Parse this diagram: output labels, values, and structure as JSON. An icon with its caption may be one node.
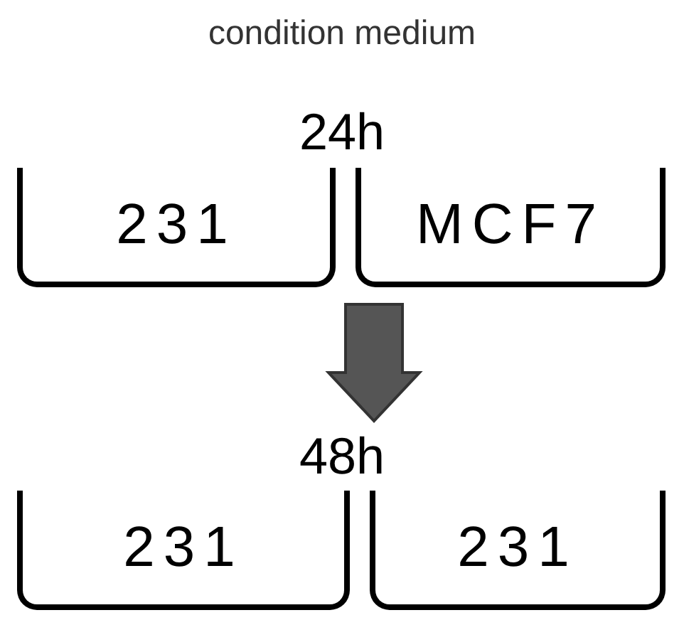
{
  "diagram": {
    "title": "condition medium",
    "nodes": [
      {
        "text": [
          "231"
        ]
      },
      {
        "text": [
          "MCF7"
        ]
      },
      {
        "text": [
          "231"
        ]
      },
      {
        "text": [
          "231"
        ]
      }
    ],
    "labels": [
      "24h",
      "48h"
    ]
  }
}
